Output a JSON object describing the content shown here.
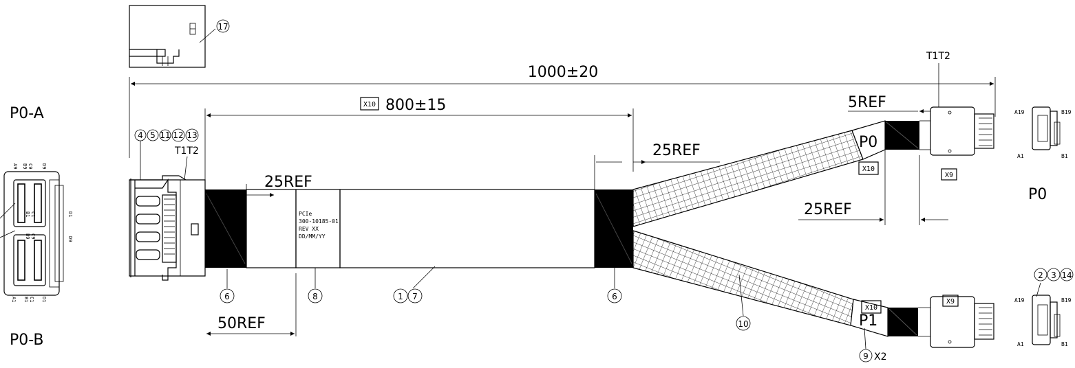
{
  "dimensions": {
    "overall": "1000±20",
    "main_length": "800±15",
    "main_length_tag": "X10",
    "ref_25_left": "25REF",
    "ref_25_mid": "25REF",
    "ref_25_right": "25REF",
    "ref_5": "5REF",
    "ref_50": "50REF"
  },
  "label_text": [
    "PCIe",
    "300-10185-01",
    "REV XX",
    "DD/MM/YY"
  ],
  "connector_labels": {
    "left_t1t2": "T1T2",
    "right_t1t2": "T1T2",
    "p0": "P0",
    "p1": "P1",
    "x10_top": "X10",
    "x10_bottom": "X10",
    "x9_top": "X9",
    "x9_bottom": "X9",
    "x2": "X2",
    "p0_caption": "P0"
  },
  "views": {
    "left_top": "P0-A",
    "left_bottom": "P0-B",
    "left_pins_top": [
      "A9",
      "B9",
      "C9",
      "D9"
    ],
    "left_pins_mid_1": [
      "B1",
      "C1",
      "D1"
    ],
    "left_pins_mid_2": [
      "B9",
      "C9",
      "D9"
    ],
    "left_pins_bottom": [
      "A1",
      "B1",
      "C1",
      "D1"
    ],
    "right_top_pins": [
      "A19",
      "B19",
      "A1",
      "B1"
    ],
    "right_bottom_pins": [
      "A19",
      "B19",
      "A1",
      "B1"
    ]
  },
  "balloons": {
    "b17": "17",
    "b4": "4",
    "b5": "5",
    "b11": "11",
    "b12": "12",
    "b13": "13",
    "b6_left": "6",
    "b6_right": "6",
    "b8": "8",
    "b1": "1",
    "b7": "7",
    "b10": "10",
    "b9": "9",
    "b2": "2",
    "b3": "3",
    "b14": "14"
  }
}
